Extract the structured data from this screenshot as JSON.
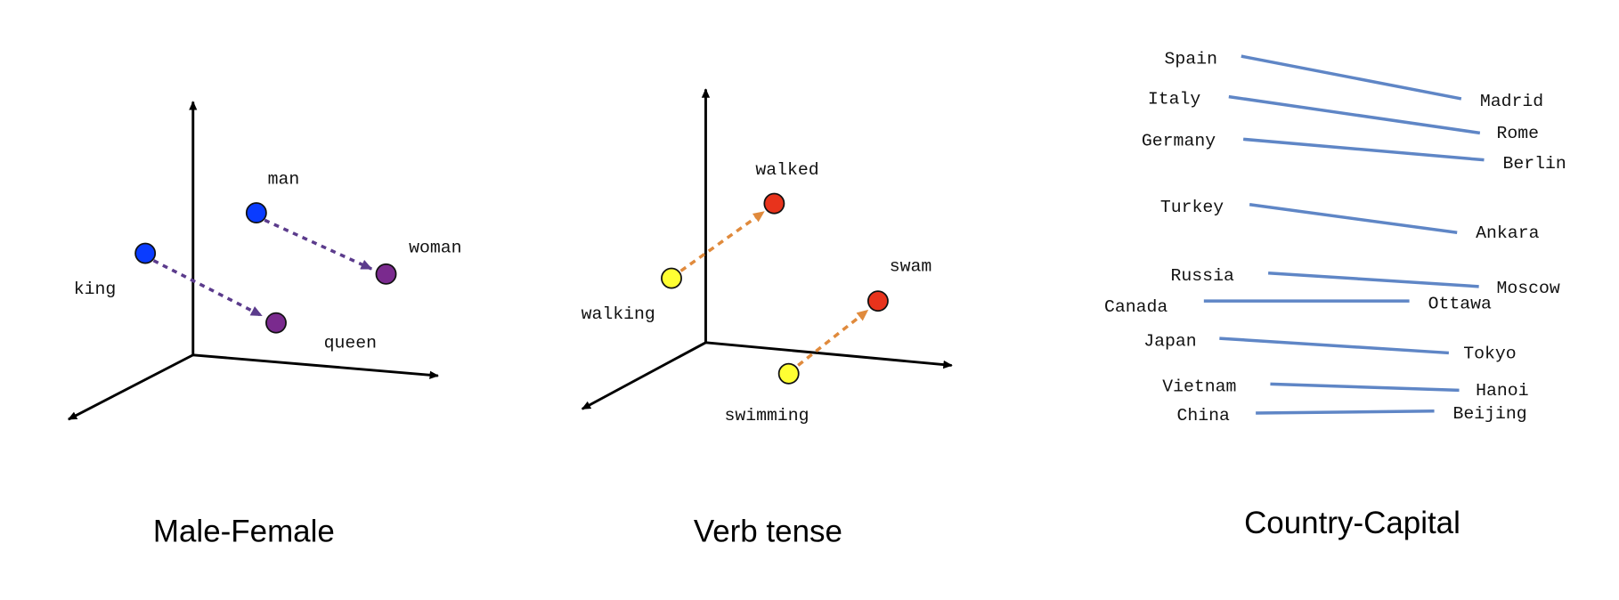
{
  "panels": {
    "male_female": {
      "title": "Male-Female",
      "words": {
        "man": "man",
        "woman": "woman",
        "king": "king",
        "queen": "queen"
      },
      "colors": {
        "male": "#0a3cff",
        "female": "#7a2a8e",
        "arrow": "#5b3b8c"
      }
    },
    "verb_tense": {
      "title": "Verb tense",
      "words": {
        "walked": "walked",
        "walking": "walking",
        "swam": "swam",
        "swimming": "swimming"
      },
      "colors": {
        "past": "#e8331c",
        "present": "#ffff33",
        "arrow": "#e08a3c"
      }
    },
    "country_capital": {
      "title": "Country-Capital",
      "line_color": "#5f86c6",
      "pairs": [
        {
          "country": "Spain",
          "capital": "Madrid"
        },
        {
          "country": "Italy",
          "capital": "Rome"
        },
        {
          "country": "Germany",
          "capital": "Berlin"
        },
        {
          "country": "Turkey",
          "capital": "Ankara"
        },
        {
          "country": "Russia",
          "capital": "Moscow"
        },
        {
          "country": "Canada",
          "capital": "Ottawa"
        },
        {
          "country": "Japan",
          "capital": "Tokyo"
        },
        {
          "country": "Vietnam",
          "capital": "Hanoi"
        },
        {
          "country": "China",
          "capital": "Beijing"
        }
      ]
    }
  }
}
